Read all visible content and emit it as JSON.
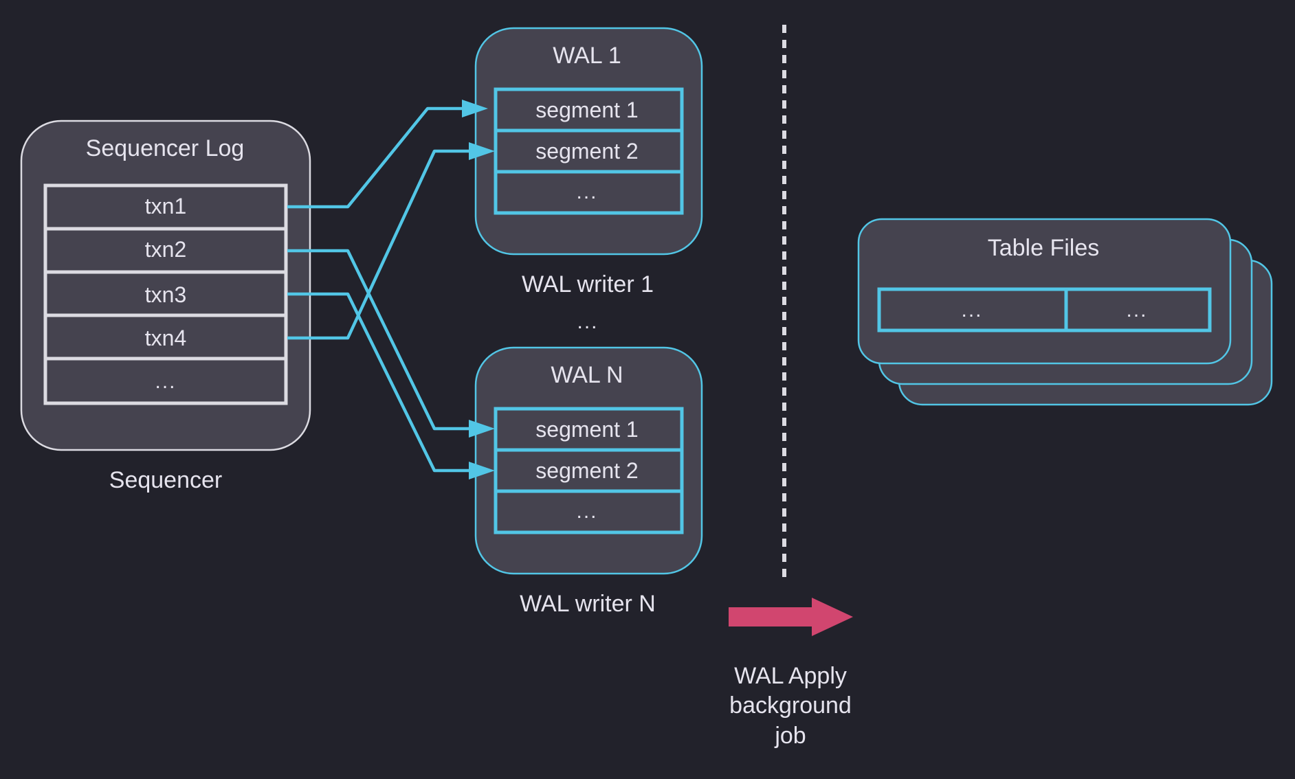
{
  "colors": {
    "background": "#22222b",
    "box_fill": "#45434f",
    "cyan": "#52c6e6",
    "light": "#dcdbe2",
    "text": "#e6e4ee",
    "pink": "#d1466f"
  },
  "sequencer": {
    "title": "Sequencer Log",
    "rows": [
      "txn1",
      "txn2",
      "txn3",
      "txn4",
      "..."
    ],
    "caption": "Sequencer"
  },
  "wal_1": {
    "title": "WAL 1",
    "segments": [
      "segment 1",
      "segment 2",
      "..."
    ],
    "caption": "WAL writer 1"
  },
  "between_writers": "...",
  "wal_n": {
    "title": "WAL N",
    "segments": [
      "segment 1",
      "segment 2",
      "..."
    ],
    "caption": "WAL writer N"
  },
  "table_files": {
    "title": "Table Files",
    "cells": [
      "...",
      "..."
    ]
  },
  "apply_job": {
    "lines": [
      "WAL Apply",
      "background",
      "job"
    ]
  },
  "connections": [
    {
      "from": "txn1",
      "to": "WAL 1 / segment 1"
    },
    {
      "from": "txn2",
      "to": "WAL N / segment 1"
    },
    {
      "from": "txn3",
      "to": "WAL N / segment 2"
    },
    {
      "from": "txn4",
      "to": "WAL 1 / segment 2"
    }
  ]
}
